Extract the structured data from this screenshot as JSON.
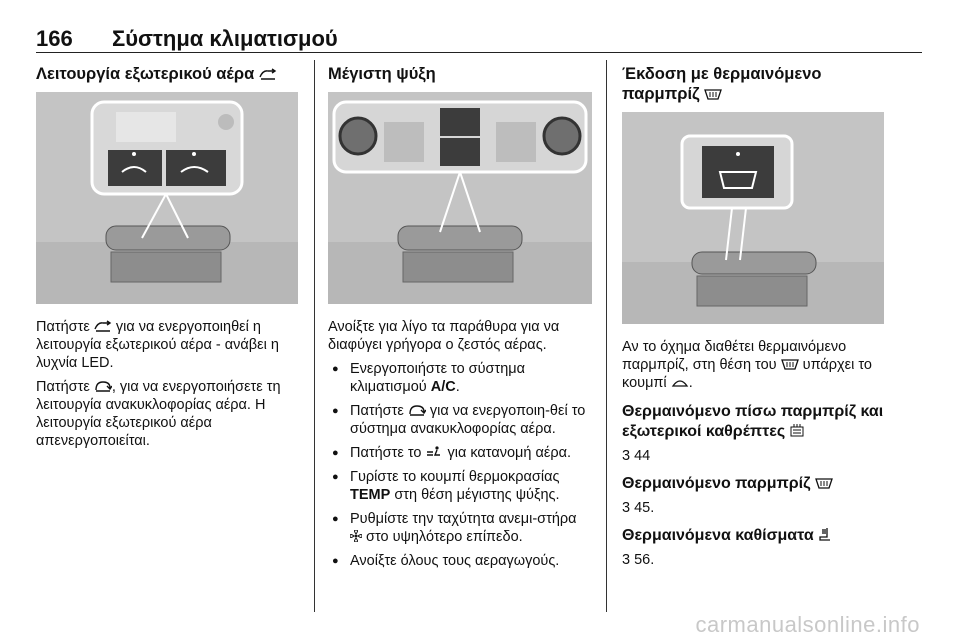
{
  "header": {
    "page_number": "166",
    "chapter_title": "Σύστημα κλιματισμού"
  },
  "col1": {
    "heading": "Λειτουργία εξωτερικού αέρα",
    "p1": "Πατήστε {icon} για να ενεργοποιηθεί η λειτουργία εξωτερικού αέρα - ανάβει η λυχνία LED.",
    "p1_a": "Πατήστε",
    "p1_b": "για να ενεργοποιηθεί η λειτουργία εξωτερικού αέρα - ανάβει η λυχνία LED.",
    "p2_a": "Πατήστε",
    "p2_b": ", για να ενεργοποιήσετε τη λειτουργία ανακυκλοφορίας αέρα. Η λειτουργία εξωτερικού αέρα απενεργοποιείται."
  },
  "col2": {
    "heading": "Μέγιστη ψύξη",
    "intro": "Ανοίξτε για λίγο τα παράθυρα για να διαφύγει γρήγορα ο ζεστός αέρας.",
    "b1_a": "Ενεργοποιήστε το σύστημα κλιματισμού",
    "b1_kw": "A/C",
    "b1_b": ".",
    "b2_a": "Πατήστε",
    "b2_b": "για να ενεργοποιη-θεί το σύστημα ανακυκλοφορίας αέρα.",
    "b3_a": "Πατήστε το",
    "b3_b": "για κατανομή αέρα.",
    "b4_a": "Γυρίστε το κουμπί θερμοκρασίας",
    "b4_kw": "TEMP",
    "b4_b": "στη θέση μέγιστης ψύξης.",
    "b5_a": "Ρυθμίστε την ταχύτητα ανεμι-στήρα",
    "b5_b": "στο υψηλότερο επίπεδο.",
    "b6": "Ανοίξτε όλους τους αεραγωγούς."
  },
  "col3": {
    "heading_1": "Έκδοση με θερμαινόμενο",
    "heading_2": "παρμπρίζ",
    "p1_a": "Αν το όχημα διαθέτει θερμαινόμενο παρμπρίζ, στη θέση του",
    "p1_b": "υπάρχει το κουμπί",
    "p1_c": ".",
    "sub1": "Θερμαινόμενο πίσω παρμπρίζ και εξωτερικοί καθρέπτες",
    "ref1": "44",
    "sub2": "Θερμαινόμενο παρμπρίζ",
    "ref2": "45.",
    "sub3": "Θερμαινόμενα καθίσματα",
    "ref3": "56."
  },
  "watermark": "carmanualsonline.info"
}
